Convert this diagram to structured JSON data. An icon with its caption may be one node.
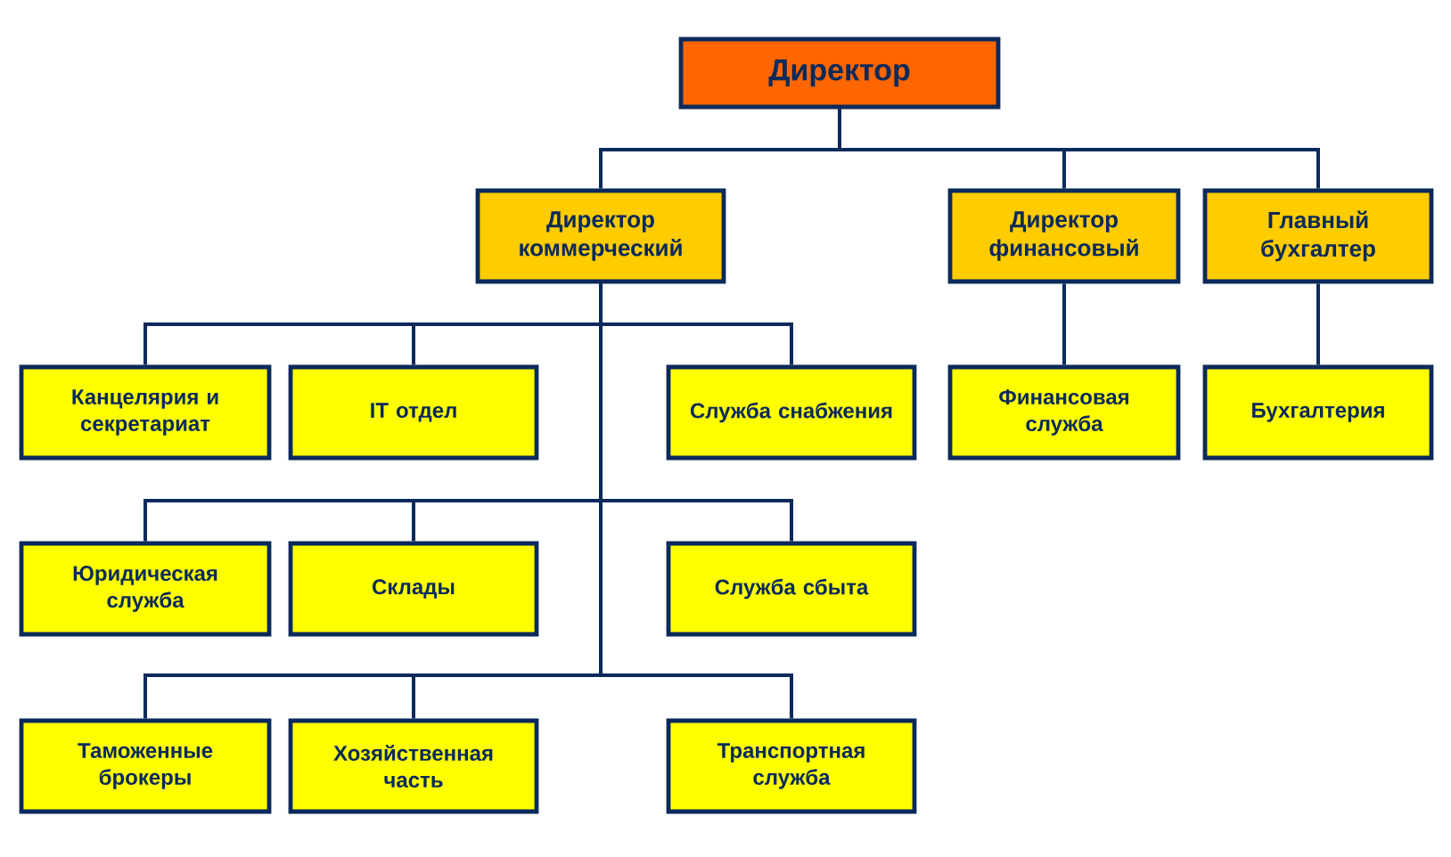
{
  "diagram": {
    "nodes": [
      {
        "text": [
          "Директор"
        ]
      },
      {
        "text": [
          "Директор коммерческий"
        ]
      },
      {
        "text": [
          "Директор финансовый"
        ]
      },
      {
        "text": [
          "Главный бухгалтер"
        ]
      },
      {
        "text": [
          "Канцелярия и секретариат"
        ]
      },
      {
        "text": [
          "IT отдел"
        ]
      },
      {
        "text": [
          "Служба снабжения"
        ]
      },
      {
        "text": [
          "Финансовая служба"
        ]
      },
      {
        "text": [
          "Бухгалтерия"
        ]
      },
      {
        "text": [
          "Юридическая служба"
        ]
      },
      {
        "text": [
          "Склады"
        ]
      },
      {
        "text": [
          "Служба сбыта"
        ]
      },
      {
        "text": [
          "Таможенные брокеры"
        ]
      },
      {
        "text": [
          "Хозяйственная часть"
        ]
      },
      {
        "text": [
          "Транспортная служба"
        ]
      }
    ],
    "edges": [
      {
        "from": 0,
        "to": 1,
        "arrow": "none"
      },
      {
        "from": 0,
        "to": 2,
        "arrow": "none"
      },
      {
        "from": 0,
        "to": 3,
        "arrow": "none"
      },
      {
        "from": 1,
        "to": 4,
        "arrow": "none"
      },
      {
        "from": 1,
        "to": 5,
        "arrow": "none"
      },
      {
        "from": 1,
        "to": 6,
        "arrow": "none"
      },
      {
        "from": 2,
        "to": 7,
        "arrow": "none"
      },
      {
        "from": 3,
        "to": 8,
        "arrow": "none"
      },
      {
        "from": 1,
        "to": 9,
        "arrow": "none"
      },
      {
        "from": 1,
        "to": 10,
        "arrow": "none"
      },
      {
        "from": 1,
        "to": 11,
        "arrow": "none"
      },
      {
        "from": 1,
        "to": 12,
        "arrow": "none"
      },
      {
        "from": 1,
        "to": 13,
        "arrow": "none"
      },
      {
        "from": 1,
        "to": 14,
        "arrow": "none"
      }
    ]
  }
}
